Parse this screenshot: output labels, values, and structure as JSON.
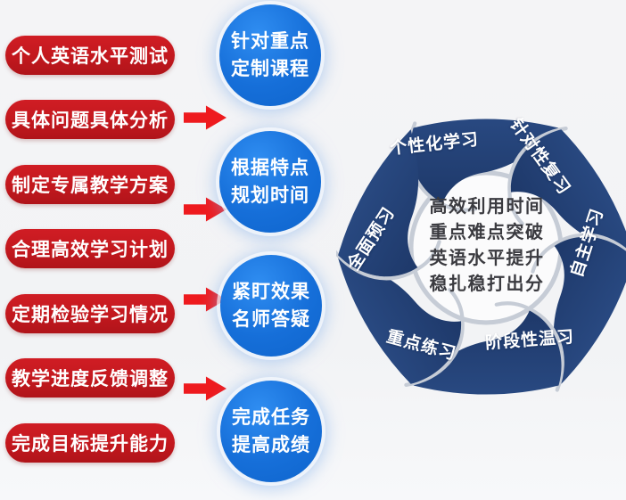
{
  "left_steps": [
    "个人英语水平测试",
    "具体问题具体分析",
    "制定专属教学方案",
    "合理高效学习计划",
    "定期检验学习情况",
    "教学进度反馈调整",
    "完成目标提升能力"
  ],
  "flow_circles": [
    {
      "line1": "针对重点",
      "line2": "定制课程"
    },
    {
      "line1": "根据特点",
      "line2": "规划时间"
    },
    {
      "line1": "紧盯效果",
      "line2": "名师答疑"
    },
    {
      "line1": "完成任务",
      "line2": "提高成绩"
    }
  ],
  "pinwheel": {
    "petal_labels": [
      "个性化学习",
      "针对性复习",
      "自主学习",
      "阶段性温习",
      "重点练习",
      "全面预习"
    ],
    "center_lines": [
      "高效利用时间",
      "重点难点突破",
      "英语水平提升",
      "稳扎稳打出分"
    ]
  },
  "colors": {
    "step_red": "#c2181e",
    "arrow_red": "#ee1a1e",
    "circle_blue": "#1470da",
    "petal_navy": "#1f3a6d",
    "silver_line": "#c6ccd6",
    "center_text": "#3b3b40",
    "background": "#f3f4f6"
  }
}
